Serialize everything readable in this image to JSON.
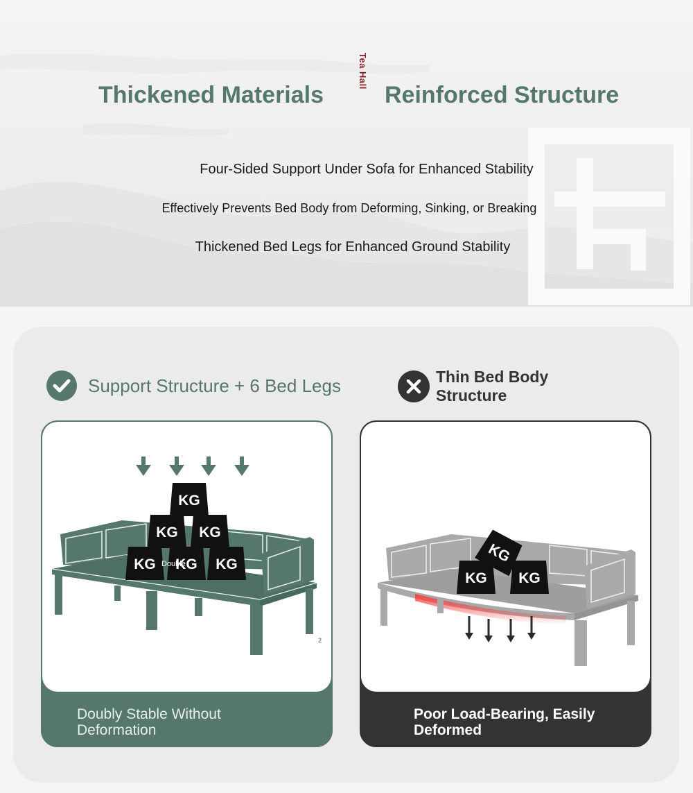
{
  "hero": {
    "title_left": "Thickened Materials",
    "title_right": "Reinforced Structure",
    "vertical_tag": "Tea Hall",
    "lines": [
      "Four-Sided Support Under Sofa for Enhanced Stability",
      "Effectively Prevents Bed Body from Deforming, Sinking, or Breaking",
      "Thickened Bed Legs for Enhanced Ground Stability"
    ],
    "background_char": "固"
  },
  "comparison": {
    "good": {
      "icon": "check-icon",
      "heading": "Support Structure + 6 Bed Legs",
      "caption_line1": "Doubly Stable Without",
      "caption_line2": "Deformation",
      "weight_label": "KG",
      "overlay_text": "Double",
      "corner_text": "2",
      "color": "#55786b"
    },
    "bad": {
      "icon": "close-icon",
      "heading_line1": "Thin Bed Body",
      "heading_line2": "Structure",
      "caption_line1": "Poor Load-Bearing, Easily",
      "caption_line2": "Deformed",
      "weight_label": "KG",
      "color": "#333333"
    }
  }
}
